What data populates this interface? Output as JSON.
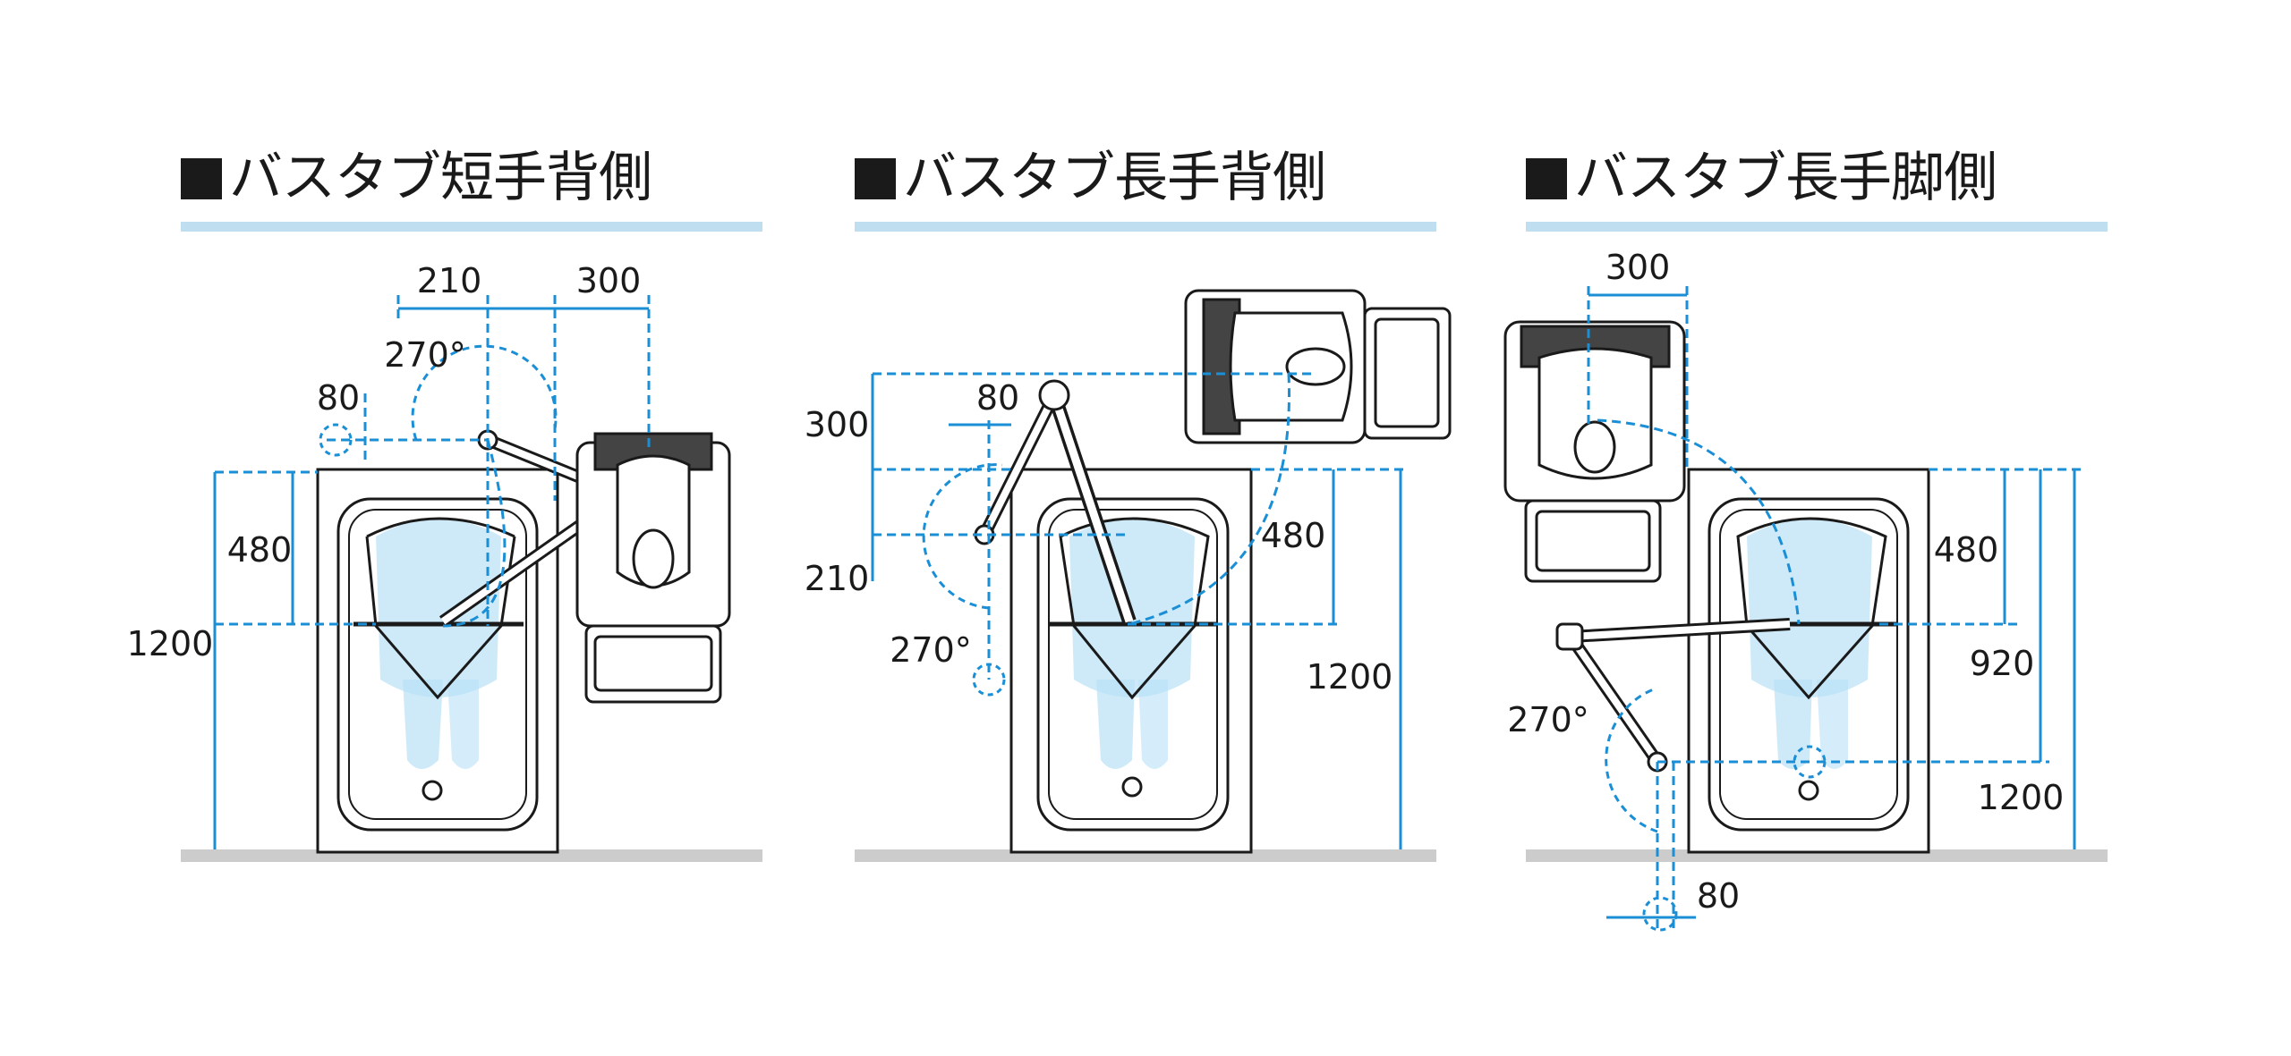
{
  "colors": {
    "dimension": "#1a8fd6",
    "water": "#b9e1f7",
    "line": "#1a1a1a",
    "floor": "#cccccc",
    "title_rule": "#bfdff0"
  },
  "panels": [
    {
      "title": "バスタブ短手背側",
      "dims": {
        "top_left": "210",
        "top_right": "300",
        "angle": "270°",
        "small": "80",
        "mid": "480",
        "total": "1200"
      }
    },
    {
      "title": "バスタブ長手背側",
      "dims": {
        "top_offset": "300",
        "small": "80",
        "mid": "480",
        "offset_210": "210",
        "angle": "270°",
        "total": "1200"
      }
    },
    {
      "title": "バスタブ長手脚側",
      "dims": {
        "top": "300",
        "mid": "480",
        "mid2": "920",
        "total": "1200",
        "angle": "270°",
        "small": "80"
      }
    }
  ]
}
